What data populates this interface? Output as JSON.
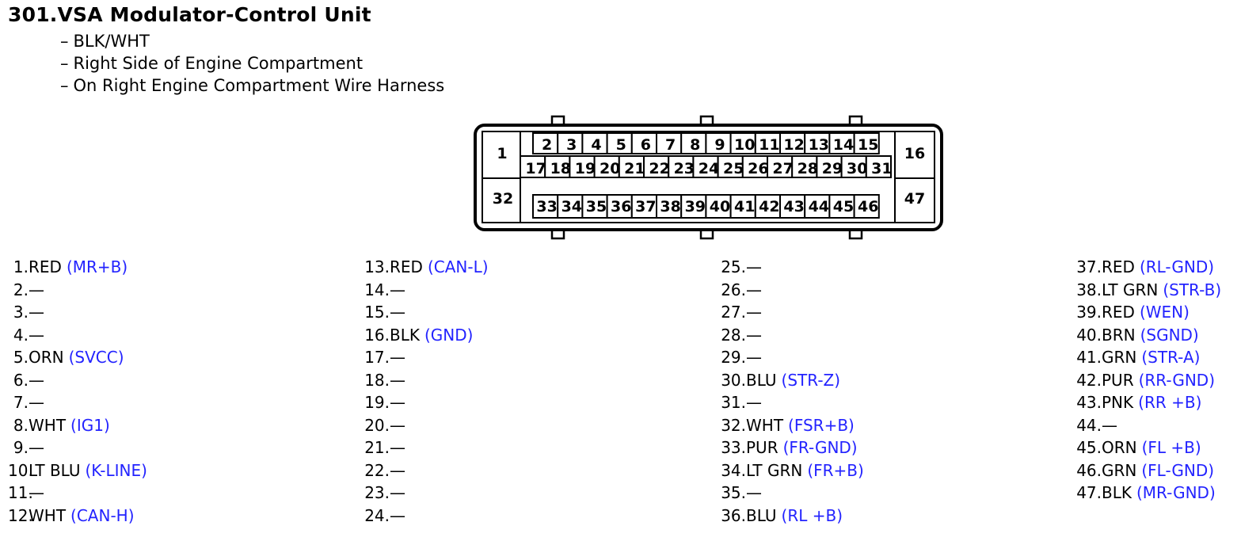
{
  "header": {
    "title": "301.VSA Modulator-Control Unit",
    "details": [
      "BLK/WHT",
      "Right Side of Engine Compartment",
      "On Right Engine Compartment Wire Harness"
    ]
  },
  "connector": {
    "row1": [
      "2",
      "3",
      "4",
      "5",
      "6",
      "7",
      "8",
      "9",
      "10",
      "11",
      "12",
      "13",
      "14",
      "15"
    ],
    "row2": [
      "17",
      "18",
      "19",
      "20",
      "21",
      "22",
      "23",
      "24",
      "25",
      "26",
      "27",
      "28",
      "29",
      "30",
      "31"
    ],
    "row3": [
      "33",
      "34",
      "35",
      "36",
      "37",
      "38",
      "39",
      "40",
      "41",
      "42",
      "43",
      "44",
      "45",
      "46"
    ],
    "left_top": "1",
    "left_bottom": "32",
    "right_top": "16",
    "right_bottom": "47"
  },
  "pins": [
    [
      {
        "num": "1.",
        "color": "RED",
        "code": "(MR+B)"
      },
      {
        "num": "2.",
        "color": "—",
        "code": ""
      },
      {
        "num": "3.",
        "color": "—",
        "code": ""
      },
      {
        "num": "4.",
        "color": "—",
        "code": ""
      },
      {
        "num": "5.",
        "color": "ORN",
        "code": "(SVCC)"
      },
      {
        "num": "6.",
        "color": "—",
        "code": ""
      },
      {
        "num": "7.",
        "color": "—",
        "code": ""
      },
      {
        "num": "8.",
        "color": "WHT",
        "code": "(IG1)"
      },
      {
        "num": "9.",
        "color": "—",
        "code": ""
      },
      {
        "num": "10.",
        "color": "LT BLU",
        "code": "(K-LINE)"
      },
      {
        "num": "11.",
        "color": "—",
        "code": ""
      },
      {
        "num": "12.",
        "color": "WHT",
        "code": "(CAN-H)"
      }
    ],
    [
      {
        "num": "13.",
        "color": "RED",
        "code": "(CAN-L)"
      },
      {
        "num": "14.",
        "color": "—",
        "code": ""
      },
      {
        "num": "15.",
        "color": "—",
        "code": ""
      },
      {
        "num": "16.",
        "color": "BLK",
        "code": "(GND)"
      },
      {
        "num": "17.",
        "color": "—",
        "code": ""
      },
      {
        "num": "18.",
        "color": "—",
        "code": ""
      },
      {
        "num": "19.",
        "color": "—",
        "code": ""
      },
      {
        "num": "20.",
        "color": "—",
        "code": ""
      },
      {
        "num": "21.",
        "color": "—",
        "code": ""
      },
      {
        "num": "22.",
        "color": "—",
        "code": ""
      },
      {
        "num": "23.",
        "color": "—",
        "code": ""
      },
      {
        "num": "24.",
        "color": "—",
        "code": ""
      }
    ],
    [
      {
        "num": "25.",
        "color": "—",
        "code": ""
      },
      {
        "num": "26.",
        "color": "—",
        "code": ""
      },
      {
        "num": "27.",
        "color": "—",
        "code": ""
      },
      {
        "num": "28.",
        "color": "—",
        "code": ""
      },
      {
        "num": "29.",
        "color": "—",
        "code": ""
      },
      {
        "num": "30.",
        "color": "BLU",
        "code": "(STR-Z)"
      },
      {
        "num": "31.",
        "color": "—",
        "code": ""
      },
      {
        "num": "32.",
        "color": "WHT",
        "code": "(FSR+B)"
      },
      {
        "num": "33.",
        "color": "PUR",
        "code": "(FR-GND)"
      },
      {
        "num": "34.",
        "color": "LT GRN",
        "code": "(FR+B)"
      },
      {
        "num": "35.",
        "color": "—",
        "code": ""
      },
      {
        "num": "36.",
        "color": "BLU",
        "code": "(RL +B)"
      }
    ],
    [
      {
        "num": "37.",
        "color": "RED",
        "code": "(RL-GND)"
      },
      {
        "num": "38.",
        "color": "LT GRN",
        "code": "(STR-B)"
      },
      {
        "num": "39.",
        "color": "RED",
        "code": "(WEN)"
      },
      {
        "num": "40.",
        "color": "BRN",
        "code": "(SGND)"
      },
      {
        "num": "41.",
        "color": "GRN",
        "code": "(STR-A)"
      },
      {
        "num": "42.",
        "color": "PUR",
        "code": "(RR-GND)"
      },
      {
        "num": "43.",
        "color": "PNK",
        "code": "(RR +B)"
      },
      {
        "num": "44.",
        "color": "—",
        "code": ""
      },
      {
        "num": "45.",
        "color": "ORN",
        "code": "(FL +B)"
      },
      {
        "num": "46.",
        "color": "GRN",
        "code": "(FL-GND)"
      },
      {
        "num": "47.",
        "color": "BLK",
        "code": "(MR-GND)"
      }
    ]
  ],
  "colors": {
    "text": "#000000",
    "signal": "#2323ff"
  }
}
